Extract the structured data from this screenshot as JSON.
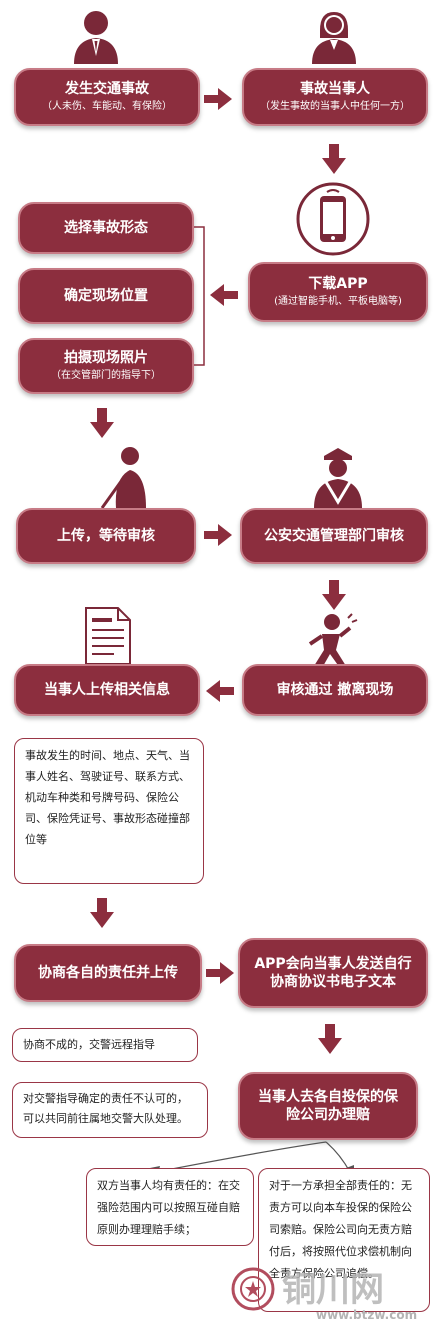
{
  "boxes": {
    "accident": {
      "title": "发生交通事故",
      "sub": "（人未伤、车能动、有保险）"
    },
    "parties": {
      "title": "事故当事人",
      "sub": "（发生事故的当事人中任何一方）"
    },
    "select_form": {
      "title": "选择事故形态"
    },
    "confirm_location": {
      "title": "确定现场位置"
    },
    "take_photos": {
      "title": "拍摄现场照片",
      "sub": "（在交管部门的指导下）"
    },
    "download_app": {
      "title": "下载APP",
      "sub": "(通过智能手机、平板电脑等)"
    },
    "upload_wait": {
      "title": "上传，等待审核"
    },
    "police_review": {
      "title": "公安交通管理部门审核"
    },
    "info_upload": {
      "title": "当事人上传相关信息"
    },
    "approved": {
      "title": "审核通过 撤离现场"
    },
    "negotiate": {
      "title": "协商各自的责任并上传"
    },
    "app_send": {
      "title": "APP会向当事人发送自行协商协议书电子文本"
    },
    "insurance": {
      "title": "当事人去各自投保的保险公司办理赔"
    }
  },
  "notes": {
    "info_detail": "事故发生的时间、地点、天气、当事人姓名、驾驶证号、联系方式、机动车种类和号牌号码、保险公司、保险凭证号、事故形态碰撞部位等",
    "negotiate_fail": "协商不成的，交警远程指导",
    "disagree": "对交警指导确定的责任不认可的，可以共同前往属地交警大队处理。",
    "both_liable": "双方当事人均有责任的：在交强险范围内可以按照互碰自赔原则办理理赔手续；",
    "one_liable": "对于一方承担全部责任的：无责方可以向本车投保的保险公司索赔。保险公司向无责方赔付后，将按照代位求偿机制向全责方保险公司追偿。"
  },
  "watermark": {
    "name": "铜川网",
    "url": "www.btzw.com"
  },
  "colors": {
    "box_fill": "#8c2e3e",
    "box_border": "#c77b86",
    "arrow": "#8c2e3e",
    "icon": "#7a2838"
  },
  "icons": [
    "person-tie-icon",
    "woman-icon",
    "smartphone-icon",
    "cane-person-icon",
    "traffic-police-icon",
    "running-person-icon",
    "document-icon",
    "seal-icon"
  ]
}
